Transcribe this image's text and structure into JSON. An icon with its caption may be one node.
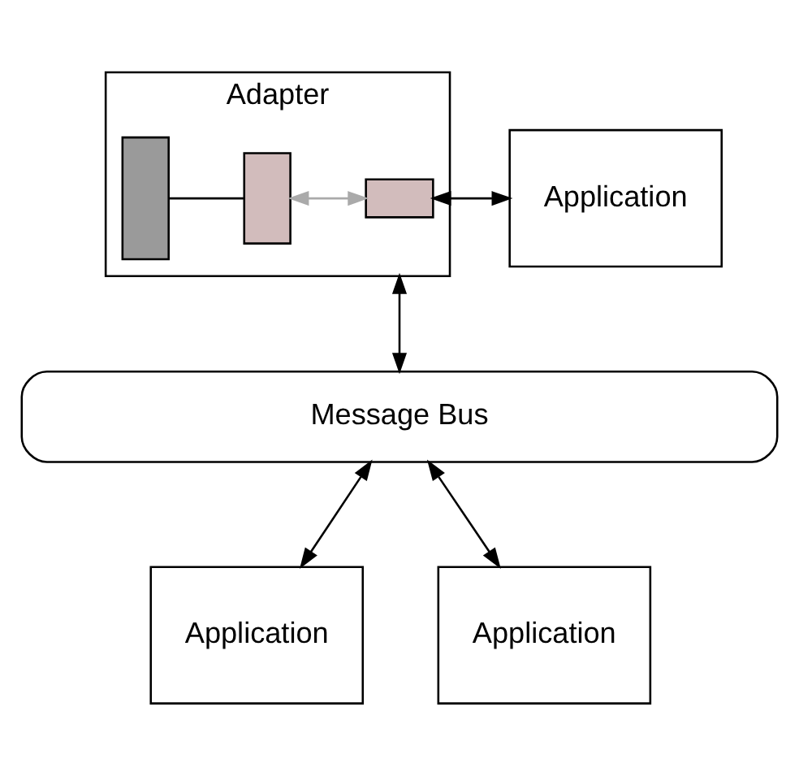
{
  "diagram": {
    "nodes": [
      {
        "text": [
          "Adapter"
        ]
      },
      {
        "text": [],
        "shape": "box",
        "in": 0
      },
      {
        "text": [],
        "shape": "box",
        "in": 0
      },
      {
        "text": [],
        "shape": "box",
        "in": 0
      },
      {
        "text": [
          "Application"
        ]
      },
      {
        "text": [
          "Message Bus"
        ]
      },
      {
        "text": [
          "Application"
        ]
      },
      {
        "text": [
          "Application"
        ]
      }
    ],
    "edges": [
      {
        "from": 1,
        "to": 2,
        "arrow": "none"
      },
      {
        "from": 2,
        "to": 3,
        "arrow": "both",
        "color": "#aaaaaa"
      },
      {
        "from": 3,
        "to": 4,
        "arrow": "both"
      },
      {
        "from": 0,
        "to": 5,
        "arrow": "both"
      },
      {
        "from": 5,
        "to": 6,
        "arrow": "both"
      },
      {
        "from": 5,
        "to": 7,
        "arrow": "both"
      }
    ]
  }
}
